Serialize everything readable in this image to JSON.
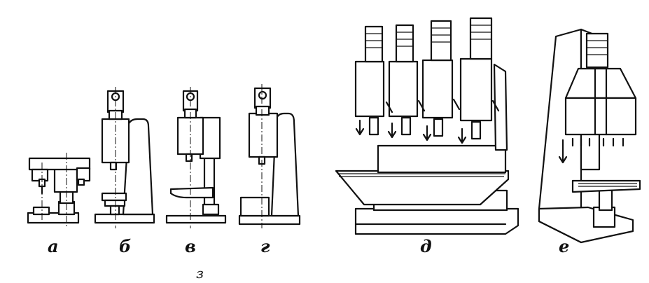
{
  "labels": {
    "a": "а",
    "b": "б",
    "v": "в",
    "g": "г",
    "d": "д",
    "e": "е"
  },
  "caption": "з"
}
